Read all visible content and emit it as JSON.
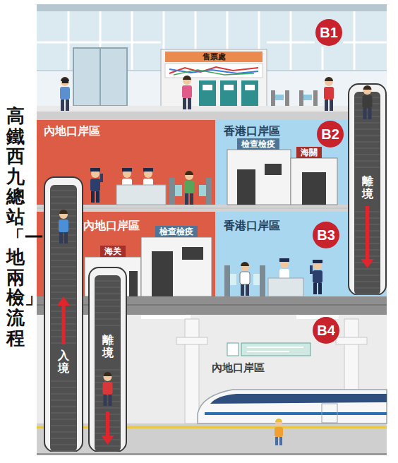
{
  "diagram": {
    "title": "高鐵西九總站「一地兩檢」流程",
    "nodes": [
      {
        "text": [
          "售票處"
        ]
      },
      {
        "text": [
          "B1"
        ]
      },
      {
        "text": [
          "內地口岸區"
        ]
      },
      {
        "text": [
          "香港口岸區"
        ]
      },
      {
        "text": [
          "檢查檢疫"
        ],
        "in": 3
      },
      {
        "text": [
          "海關"
        ],
        "in": 3
      },
      {
        "text": [
          "B2"
        ],
        "in": 3
      },
      {
        "text": [
          "內地口岸區"
        ]
      },
      {
        "text": [
          "海关"
        ],
        "in": 7
      },
      {
        "text": [
          "檢查檢疫"
        ],
        "in": 7
      },
      {
        "text": [
          "香港口岸區"
        ]
      },
      {
        "text": [
          "B3"
        ],
        "in": 10
      },
      {
        "text": [
          "B4"
        ]
      },
      {
        "text": [
          "離境"
        ]
      },
      {
        "text": [
          "入境"
        ]
      },
      {
        "text": [
          "離境"
        ]
      }
    ],
    "labels": [
      "內地口岸區"
    ]
  }
}
